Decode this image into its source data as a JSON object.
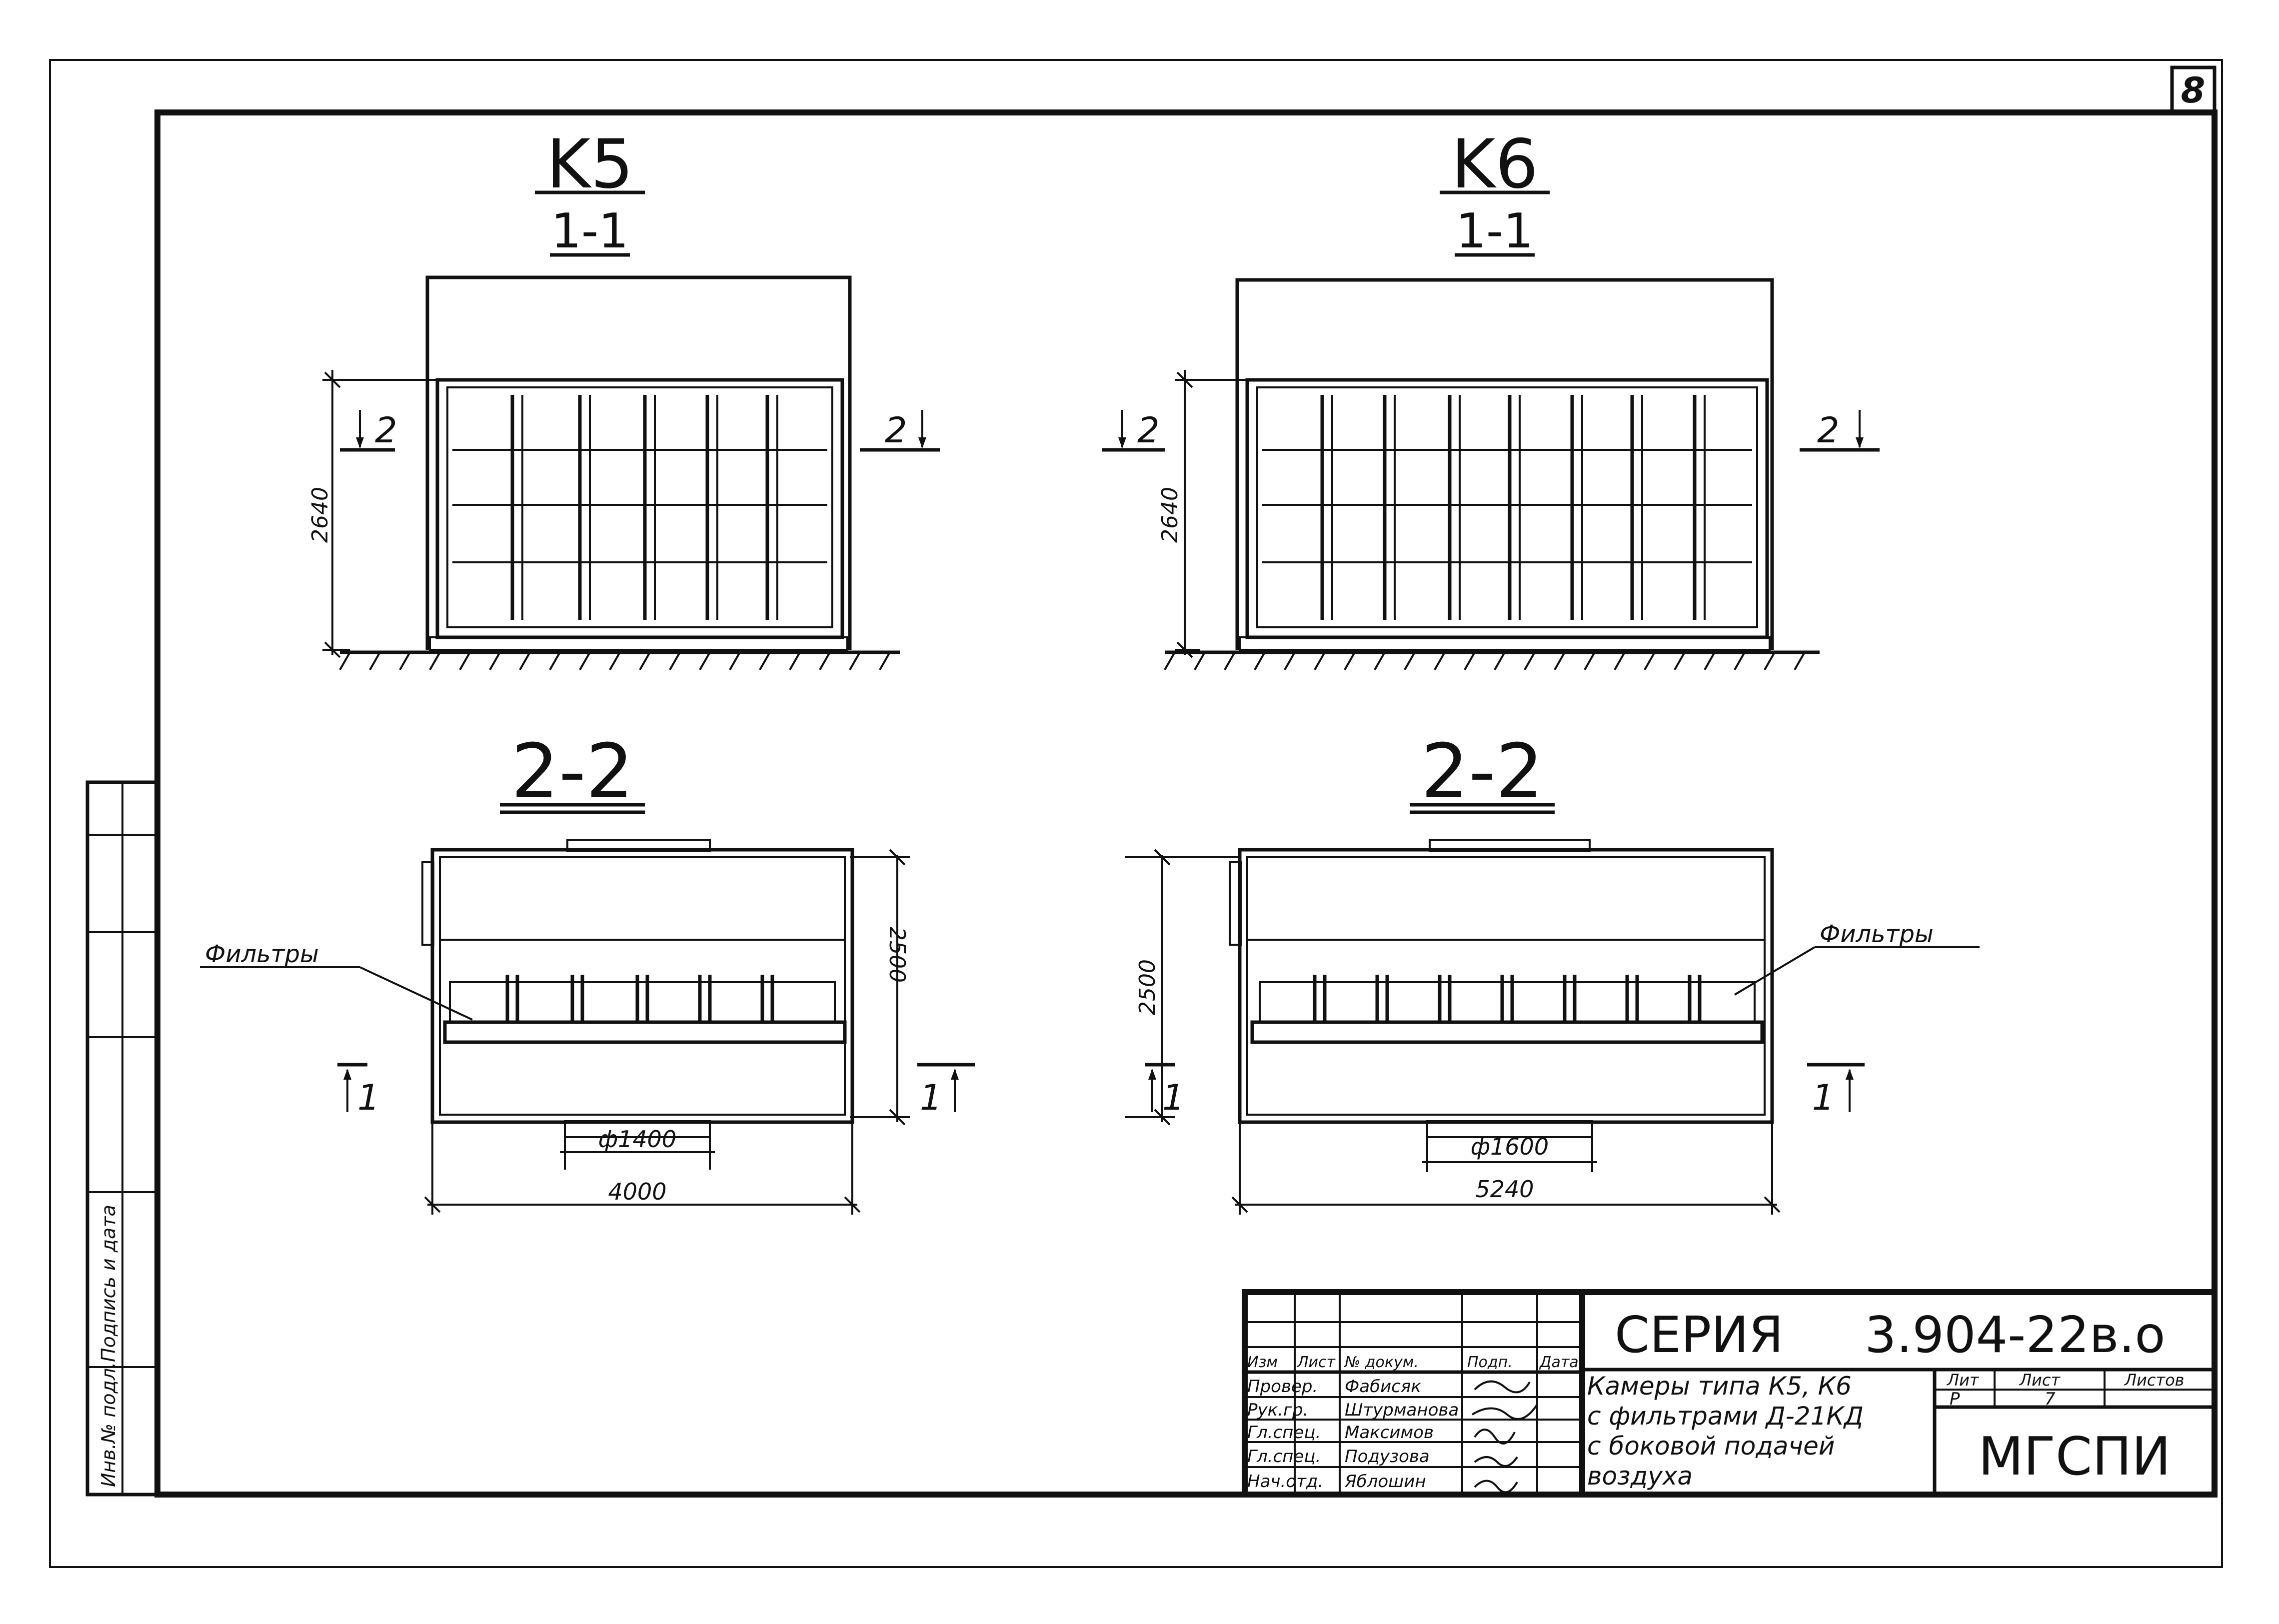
{
  "sheet": {
    "number": "8"
  },
  "views": {
    "k5_title": "K5",
    "k5_section": "1-1",
    "k6_title": "K6",
    "k6_section": "1-1",
    "k5_plan_title": "2-2",
    "k6_plan_title": "2-2",
    "cut_2_left": "2",
    "cut_2_right": "2",
    "cut_1_left": "1",
    "cut_1_right": "1"
  },
  "dimensions": {
    "k5_height": "2640",
    "k6_height": "2640",
    "k5_depth": "2500",
    "k6_depth": "2500",
    "k5_duct": "ф1400",
    "k6_duct": "ф1600",
    "k5_width": "4000",
    "k6_width": "5240"
  },
  "labels": {
    "filters_left": "Фильтры",
    "filters_right": "Фильтры"
  },
  "left_strip": {
    "col1": "Инв.№ подл.",
    "col2": "Подпись и дата"
  },
  "title_block": {
    "series_label": "СЕРИЯ",
    "series_number": "3.904-22в.о",
    "headers": [
      "Изм",
      "Лист",
      "№ докум.",
      "Подп.",
      "Дата"
    ],
    "roles": [
      {
        "role": "Провер.",
        "name": "Фабисяк"
      },
      {
        "role": "Рук.гр.",
        "name": "Штурманова"
      },
      {
        "role": "Гл.спец.",
        "name": "Максимов"
      },
      {
        "role": "Гл.спец.",
        "name": "Подузова"
      },
      {
        "role": "Нач.отд.",
        "name": "Яблошин"
      }
    ],
    "description": [
      "Камеры типа К5, К6",
      "с фильтрами Д-21КД",
      "с боковой подачей",
      "воздуха"
    ],
    "stage_header": "Лит",
    "sheet_header": "Лист",
    "sheets_header": "Листов",
    "stage_value": "Р",
    "sheet_value": "7",
    "organization": "МГСПИ"
  }
}
